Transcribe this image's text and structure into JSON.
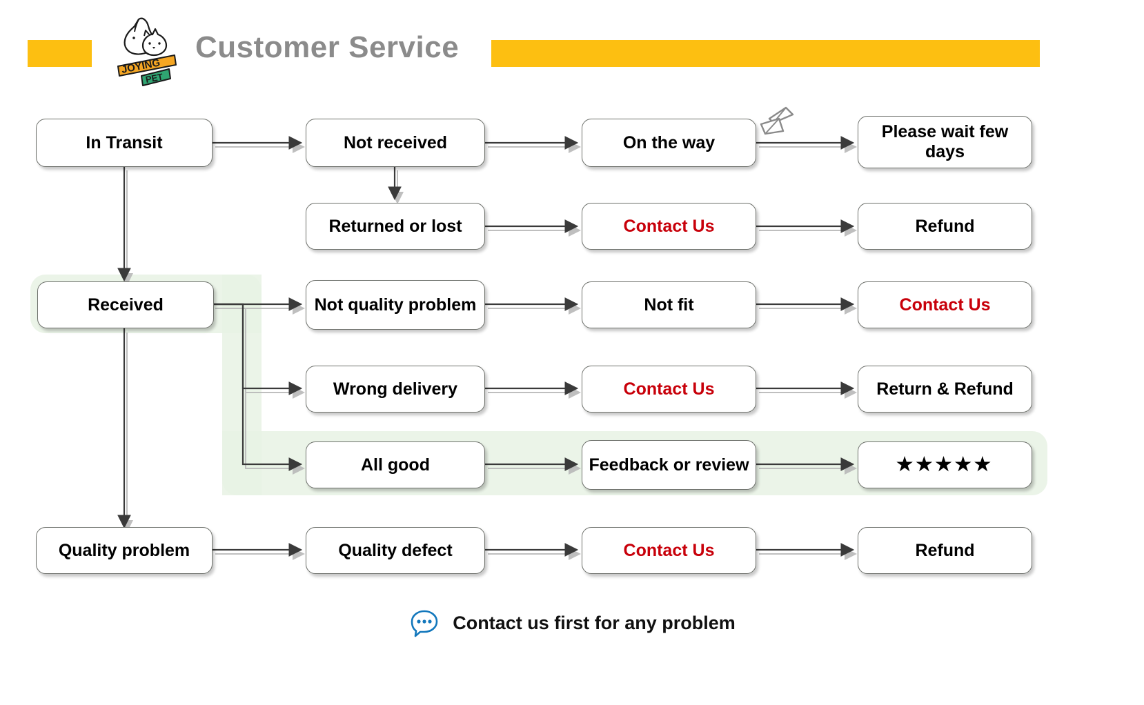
{
  "header": {
    "title": "Customer Service",
    "logo_name": "joying-pet-logo",
    "logo_word_top": "JOYING",
    "logo_word_bottom": "PET",
    "accent_bar_color": "#FDBF11",
    "title_color": "#8b8b8b"
  },
  "colors": {
    "accent_yellow": "#FDBF11",
    "highlight_green": "#E8F2E4",
    "contact_red": "#C8000A",
    "node_border": "#6d706b",
    "chat_blue": "#1277BC"
  },
  "flow": {
    "columns": 4,
    "nodes": [
      {
        "id": "in-transit",
        "label": "In Transit",
        "col": 0,
        "row": 0,
        "style": "default"
      },
      {
        "id": "not-received",
        "label": "Not received",
        "col": 1,
        "row": 0,
        "style": "default"
      },
      {
        "id": "on-the-way",
        "label": "On the way",
        "col": 2,
        "row": 0,
        "style": "default"
      },
      {
        "id": "please-wait",
        "label": "Please wait few days",
        "col": 3,
        "row": 0,
        "style": "default"
      },
      {
        "id": "returned-or-lost",
        "label": "Returned or lost",
        "col": 1,
        "row": 1,
        "style": "default"
      },
      {
        "id": "contact-us-1",
        "label": "Contact Us",
        "col": 2,
        "row": 1,
        "style": "red"
      },
      {
        "id": "refund-1",
        "label": "Refund",
        "col": 3,
        "row": 1,
        "style": "default"
      },
      {
        "id": "received",
        "label": "Received",
        "col": 0,
        "row": 2,
        "style": "default"
      },
      {
        "id": "not-quality",
        "label": "Not quality problem",
        "col": 1,
        "row": 2,
        "style": "default"
      },
      {
        "id": "not-fit",
        "label": "Not fit",
        "col": 2,
        "row": 2,
        "style": "default"
      },
      {
        "id": "contact-us-2",
        "label": "Contact Us",
        "col": 3,
        "row": 2,
        "style": "red"
      },
      {
        "id": "wrong-delivery",
        "label": "Wrong delivery",
        "col": 1,
        "row": 3,
        "style": "default"
      },
      {
        "id": "contact-us-3",
        "label": "Contact Us",
        "col": 2,
        "row": 3,
        "style": "red"
      },
      {
        "id": "return-refund",
        "label": "Return & Refund",
        "col": 3,
        "row": 3,
        "style": "default"
      },
      {
        "id": "all-good",
        "label": "All good",
        "col": 1,
        "row": 4,
        "style": "default"
      },
      {
        "id": "feedback-review",
        "label": "Feedback or review",
        "col": 2,
        "row": 4,
        "style": "default"
      },
      {
        "id": "five-stars",
        "label": "★★★★★",
        "col": 3,
        "row": 4,
        "style": "stars"
      },
      {
        "id": "quality-problem",
        "label": "Quality problem",
        "col": 0,
        "row": 5,
        "style": "default"
      },
      {
        "id": "quality-defect",
        "label": "Quality defect",
        "col": 1,
        "row": 5,
        "style": "default"
      },
      {
        "id": "contact-us-4",
        "label": "Contact Us",
        "col": 2,
        "row": 5,
        "style": "red"
      },
      {
        "id": "refund-2",
        "label": "Refund",
        "col": 3,
        "row": 5,
        "style": "default"
      }
    ],
    "edges": [
      {
        "from": "in-transit",
        "to": "not-received"
      },
      {
        "from": "not-received",
        "to": "on-the-way"
      },
      {
        "from": "on-the-way",
        "to": "please-wait"
      },
      {
        "from": "not-received",
        "to": "returned-or-lost"
      },
      {
        "from": "returned-or-lost",
        "to": "contact-us-1"
      },
      {
        "from": "contact-us-1",
        "to": "refund-1"
      },
      {
        "from": "in-transit",
        "to": "received"
      },
      {
        "from": "received",
        "to": "not-quality"
      },
      {
        "from": "not-quality",
        "to": "not-fit"
      },
      {
        "from": "not-fit",
        "to": "contact-us-2"
      },
      {
        "from": "received",
        "to": "wrong-delivery"
      },
      {
        "from": "wrong-delivery",
        "to": "contact-us-3"
      },
      {
        "from": "contact-us-3",
        "to": "return-refund"
      },
      {
        "from": "received",
        "to": "all-good"
      },
      {
        "from": "all-good",
        "to": "feedback-review"
      },
      {
        "from": "feedback-review",
        "to": "five-stars"
      },
      {
        "from": "received",
        "to": "quality-problem"
      },
      {
        "from": "quality-problem",
        "to": "quality-defect"
      },
      {
        "from": "quality-defect",
        "to": "contact-us-4"
      },
      {
        "from": "contact-us-4",
        "to": "refund-2"
      }
    ],
    "highlight_path": [
      "received",
      "all-good",
      "feedback-review",
      "five-stars"
    ]
  },
  "footer": {
    "icon_name": "chat-bubble-icon",
    "text": "Contact us first for any problem"
  },
  "decoration": {
    "plane_icon_name": "paper-plane-icon"
  }
}
